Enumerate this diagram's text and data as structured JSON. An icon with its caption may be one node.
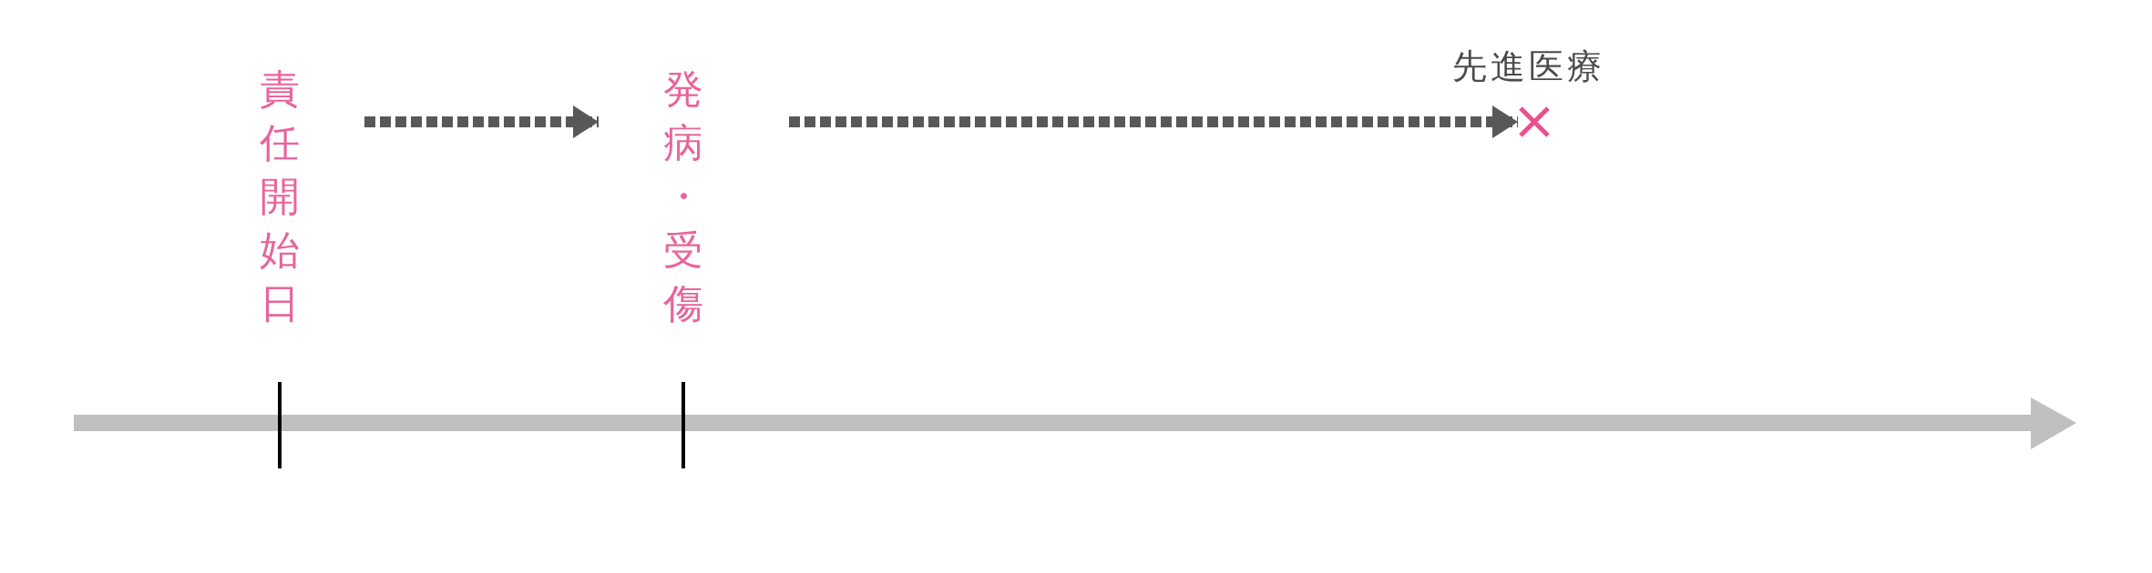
{
  "diagram": {
    "nodes": [
      {
        "text": [
          "責任開始日"
        ]
      },
      {
        "text": [
          "発病・受傷"
        ]
      },
      {
        "text": [],
        "shape": "cross",
        "beside": [
          "先進医療"
        ]
      }
    ],
    "edges": [
      {
        "from": 0,
        "to": 1,
        "arrow": "to",
        "style": "dashed"
      },
      {
        "from": 1,
        "to": 2,
        "arrow": "to",
        "style": "dashed"
      }
    ]
  }
}
